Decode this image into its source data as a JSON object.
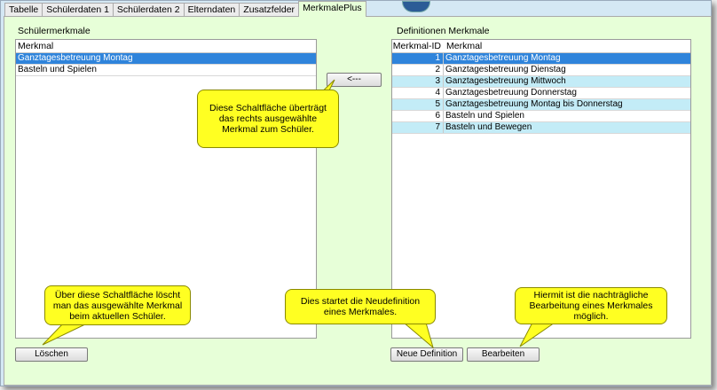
{
  "tabs": [
    "Tabelle",
    "Schülerdaten 1",
    "Schülerdaten 2",
    "Elterndaten",
    "Zusatzfelder",
    "MerkmalePlus"
  ],
  "left": {
    "label": "Schülermerkmale",
    "header": "Merkmal",
    "rows": [
      "Ganztagesbetreuung Montag",
      "Basteln und Spielen"
    ]
  },
  "right": {
    "label": "Definitionen Merkmale",
    "header_id": "Merkmal-ID",
    "header_name": "Merkmal",
    "rows": [
      {
        "id": "1",
        "name": "Ganztagesbetreuung Montag"
      },
      {
        "id": "2",
        "name": "Ganztagesbetreuung Dienstag"
      },
      {
        "id": "3",
        "name": "Ganztagesbetreuung Mittwoch"
      },
      {
        "id": "4",
        "name": "Ganztagesbetreuung Donnerstag"
      },
      {
        "id": "5",
        "name": "Ganztagesbetreuung Montag bis Donnerstag"
      },
      {
        "id": "6",
        "name": "Basteln und Spielen"
      },
      {
        "id": "7",
        "name": "Basteln und Bewegen"
      }
    ]
  },
  "buttons": {
    "transfer": "<---",
    "delete": "Löschen",
    "new_definition": "Neue Definition",
    "edit": "Bearbeiten"
  },
  "callouts": {
    "transfer": "Diese Schaltfläche überträgt das rechts ausgewählte Merkmal zum Schüler.",
    "delete": "Über diese Schaltfläche löscht man das ausgewählte Merkmal beim aktuellen Schüler.",
    "new_definition": "Dies startet die Neudefinition eines Merkmales.",
    "edit": "Hiermit ist die nachträgliche Bearbeitung eines Merkmales möglich."
  },
  "colors": {
    "selected": "#2f84db",
    "alternate_row": "#c3ecf7",
    "panel": "#e7ffd8",
    "callout": "#ffff22"
  }
}
